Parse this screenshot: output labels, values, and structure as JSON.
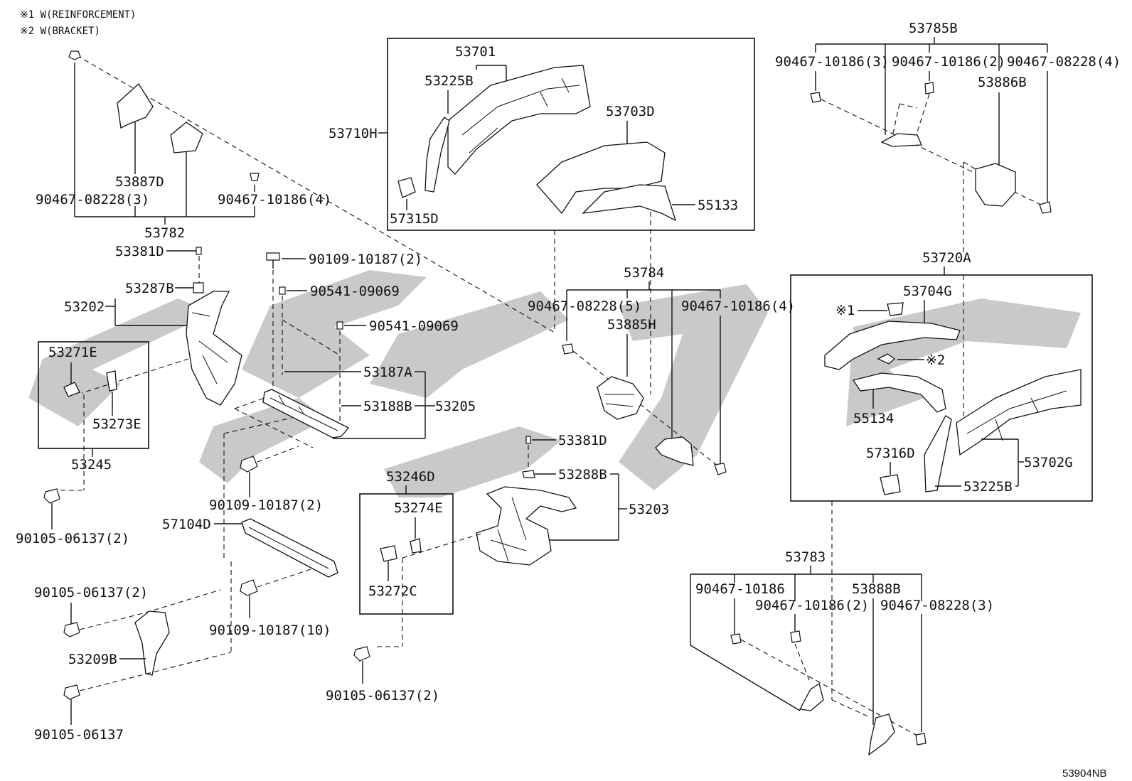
{
  "notes": [
    "※1 W(REINFORCEMENT)",
    "※2 W(BRACKET)"
  ],
  "diagram_code": "53904NB",
  "labels": {
    "p53785B": "53785B",
    "p90467_10186_3": "90467-10186(3)",
    "p90467_10186_2_top": "90467-10186(2)",
    "p90467_08228_4": "90467-08228(4)",
    "p53886B": "53886B",
    "p53701": "53701",
    "p53225B_top": "53225B",
    "p53703D": "53703D",
    "p53710H": "53710H",
    "p57315D": "57315D",
    "p55133": "55133",
    "p53887D": "53887D",
    "p90467_08228_3_left": "90467-08228(3)",
    "p90467_10186_4_left": "90467-10186(4)",
    "p53782": "53782",
    "p53381D_left": "53381D",
    "p90109_10187_2_top": "90109-10187(2)",
    "p53287B": "53287B",
    "p90541_09069_a": "90541-09069",
    "p53202": "53202",
    "p90541_09069_b": "90541-09069",
    "p53271E": "53271E",
    "p53187A": "53187A",
    "p53188B": "53188B",
    "p53205": "53205",
    "p53273E": "53273E",
    "p53245": "53245",
    "p90105_06137_2_left": "90105-06137(2)",
    "p90109_10187_2_mid": "90109-10187(2)",
    "p57104D": "57104D",
    "p90105_06137_2_low": "90105-06137(2)",
    "p53209B": "53209B",
    "p90105_06137": "90105-06137",
    "p90109_10187_10": "90109-10187(10)",
    "p53784": "53784",
    "p90467_08228_5": "90467-08228(5)",
    "p90467_10186_4_mid": "90467-10186(4)",
    "p53885H": "53885H",
    "p53381D_mid": "53381D",
    "p53246D": "53246D",
    "p53288B": "53288B",
    "p53274E": "53274E",
    "p53203": "53203",
    "p53272C": "53272C",
    "p90105_06137_2_center": "90105-06137(2)",
    "p53720A": "53720A",
    "p53704G": "53704G",
    "ref1": "※1",
    "ref2": "※2",
    "p55134": "55134",
    "p57316D": "57316D",
    "p53702G": "53702G",
    "p53225B_right": "53225B",
    "p53783": "53783",
    "p90467_10186": "90467-10186",
    "p53888B": "53888B",
    "p90467_10186_2_low": "90467-10186(2)",
    "p90467_08228_3_right": "90467-08228(3)"
  },
  "colors": {
    "line": "#111111",
    "watermark": "#c9c9c9",
    "background": "#ffffff"
  }
}
